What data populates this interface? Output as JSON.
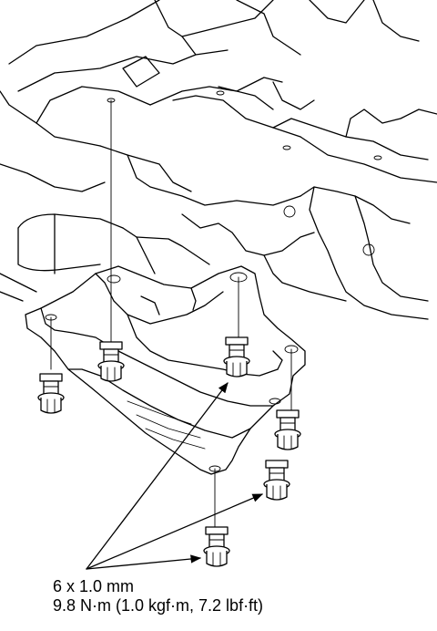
{
  "callout": {
    "bolt_size": "6 x 1.0 mm",
    "torque": "9.8 N·m (1.0 kgf·m, 7.2 lbf·ft)"
  },
  "icons": [
    "bolt-icon",
    "splash-shield",
    "engine-undercarriage"
  ]
}
